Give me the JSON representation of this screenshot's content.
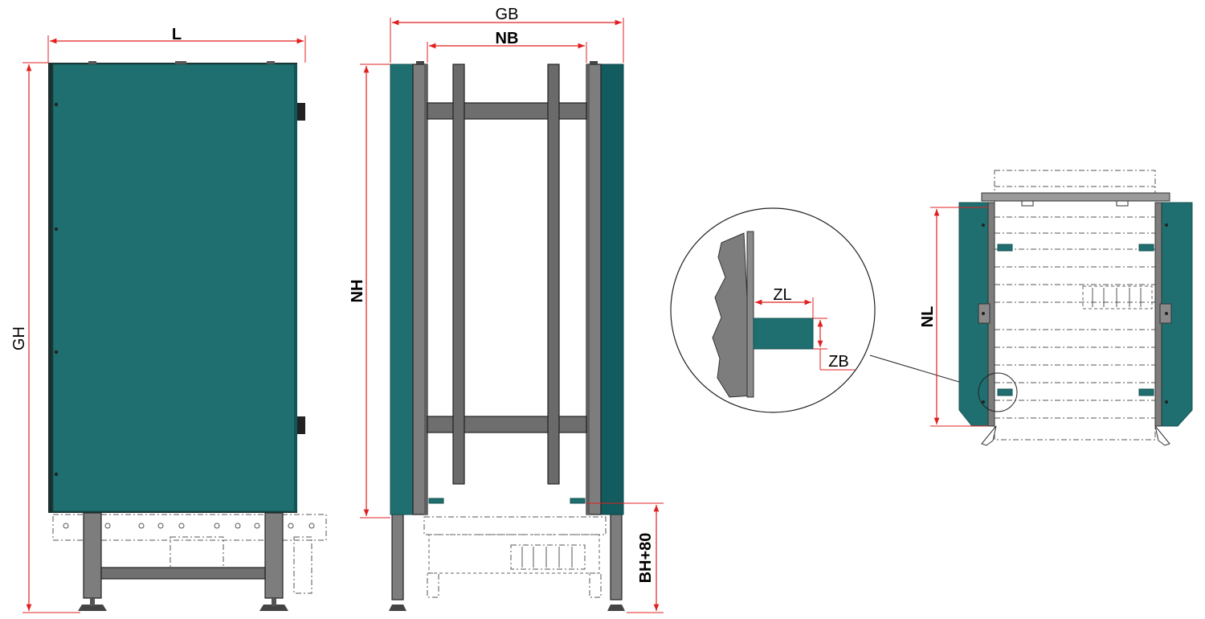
{
  "colors": {
    "panel": "#1f6f70",
    "panel_dark": "#125b5e",
    "steel": "#7d7d7d",
    "steel_dark": "#5f5f5f",
    "dimension": "#e02020"
  },
  "labels": {
    "L": "L",
    "GH": "GH",
    "GB": "GB",
    "NB": "NB",
    "NH": "NH",
    "BH80": "BH+80",
    "ZL": "ZL",
    "ZB": "ZB",
    "NL": "NL"
  }
}
